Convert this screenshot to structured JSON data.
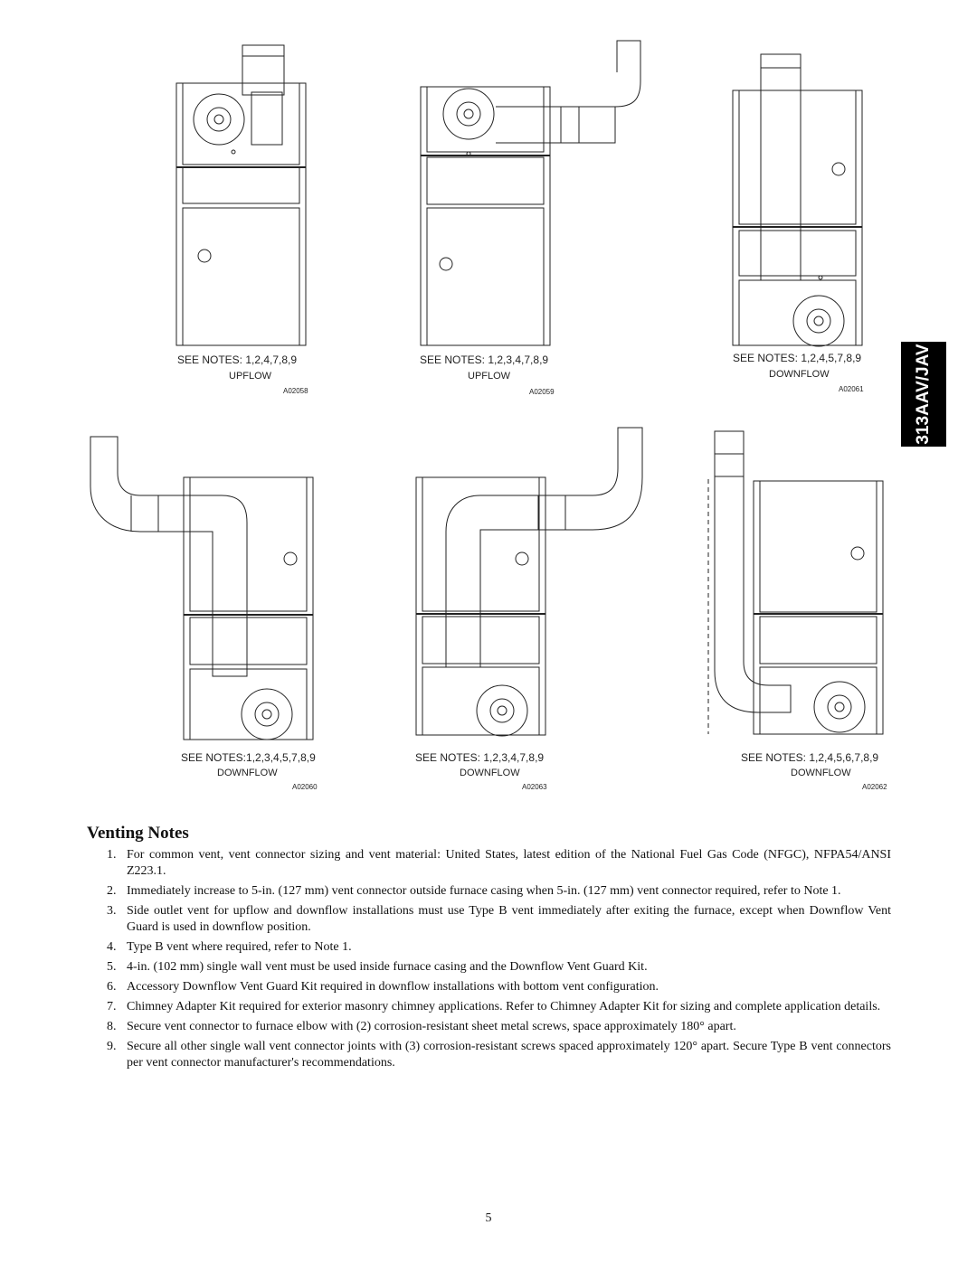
{
  "side_tab": "313AAV/JAV",
  "figures": [
    {
      "notes": "SEE NOTES: 1,2,4,7,8,9",
      "flow": "UPFLOW",
      "id": "A02058"
    },
    {
      "notes": "SEE NOTES: 1,2,3,4,7,8,9",
      "flow": "UPFLOW",
      "id": "A02059"
    },
    {
      "notes": "SEE NOTES: 1,2,4,5,7,8,9",
      "flow": "DOWNFLOW",
      "id": "A02061"
    },
    {
      "notes": "SEE NOTES:1,2,3,4,5,7,8,9",
      "flow": "DOWNFLOW",
      "id": "A02060"
    },
    {
      "notes": "SEE NOTES: 1,2,3,4,7,8,9",
      "flow": "DOWNFLOW",
      "id": "A02063"
    },
    {
      "notes": "SEE NOTES: 1,2,4,5,6,7,8,9",
      "flow": "DOWNFLOW",
      "id": "A02062"
    }
  ],
  "venting_notes": {
    "heading": "Venting Notes",
    "items": [
      {
        "num": "1.",
        "text": "For common vent, vent connector sizing and vent material: United States, latest edition of the National Fuel Gas Code (NFGC), NFPA54/ANSI Z223.1."
      },
      {
        "num": "2.",
        "text": "Immediately increase to 5-in. (127 mm) vent connector outside furnace casing when 5-in. (127 mm) vent connector required, refer to Note 1."
      },
      {
        "num": "3.",
        "text": "Side outlet vent for upflow and downflow installations must use Type B vent immediately after exiting the furnace, except when Downflow Vent Guard is used in downflow position."
      },
      {
        "num": "4.",
        "text": "Type B vent where required, refer to Note 1."
      },
      {
        "num": "5.",
        "text": "4-in. (102 mm) single wall vent must be used inside furnace casing and the Downflow Vent Guard Kit."
      },
      {
        "num": "6.",
        "text": "Accessory Downflow Vent Guard Kit required in downflow installations with bottom vent configuration."
      },
      {
        "num": "7.",
        "text": "Chimney Adapter Kit required for exterior masonry chimney applications. Refer to Chimney Adapter Kit for sizing and complete application details."
      },
      {
        "num": "8.",
        "text": "Secure vent connector to furnace elbow with (2) corrosion-resistant sheet metal screws, space approximately 180° apart."
      },
      {
        "num": "9.",
        "text": "Secure all other single wall vent connector joints with (3) corrosion-resistant screws spaced approximately 120° apart. Secure Type B vent connectors per vent connector manufacturer's recommendations."
      }
    ]
  },
  "page_number": "5"
}
